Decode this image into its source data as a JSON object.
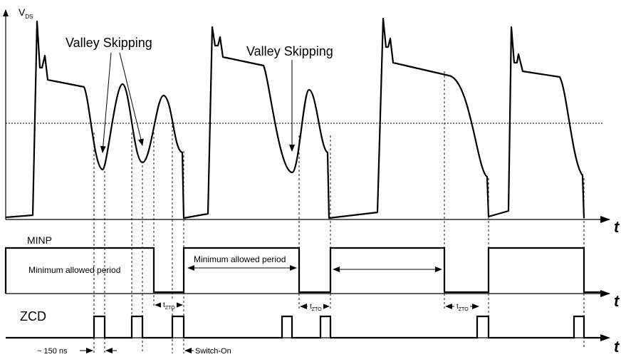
{
  "labels": {
    "vds_main": "V",
    "vds_sub": "DS",
    "valley_skipping_1": "Valley Skipping",
    "valley_skipping_2": "Valley Skipping",
    "t_axis_1": "t",
    "t_axis_2": "t",
    "t_axis_3": "t",
    "minp": "MINP",
    "min_period_1": "Minimum allowed period",
    "min_period_2": "Minimum allowed period",
    "zcd": "ZCD",
    "tzto_main": "t",
    "tzto_sub": "ZTO",
    "ns150": "~ 150 ns",
    "switch_on": "Switch-On"
  }
}
